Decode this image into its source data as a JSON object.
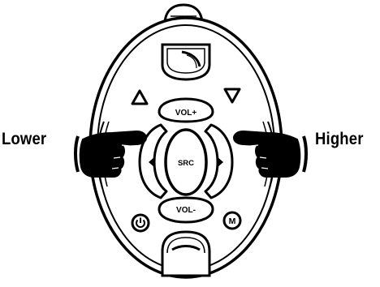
{
  "labels": {
    "lower": "Lower",
    "higher": "Higher"
  },
  "buttons": {
    "vol_up": "VOL+",
    "vol_down": "VOL-",
    "source": "SRC"
  },
  "icons": {
    "left": "arrow-left-icon",
    "right": "arrow-right-icon",
    "up_left": "triangle-up-icon",
    "down_right": "triangle-down-icon",
    "power": "power-icon",
    "mode": "mode-m-icon",
    "pointer": "pointing-hand-icon"
  },
  "colors": {
    "ink": "#000000",
    "paper": "#ffffff"
  }
}
